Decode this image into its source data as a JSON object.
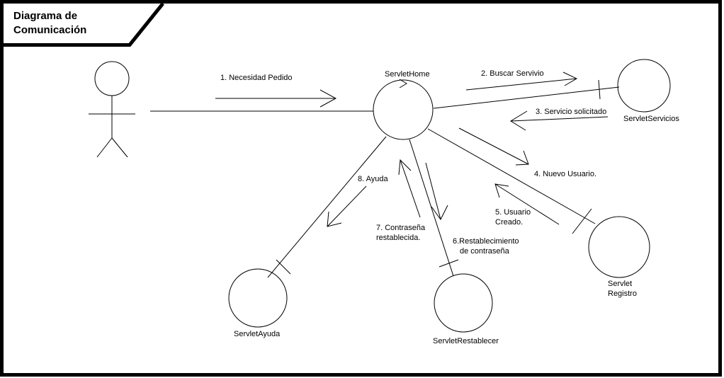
{
  "frame": {
    "title_line1": "Diagrama de",
    "title_line2": "Comunicación"
  },
  "objects": {
    "home": "ServletHome",
    "servicios": "ServletServicios",
    "registro_line1": "Servlet",
    "registro_line2": "Registro",
    "restablecer": "ServletRestablecer",
    "ayuda": "ServletAyuda"
  },
  "messages": {
    "m1": "1. Necesidad Pedido",
    "m2": "2. Buscar Servivio",
    "m3": "3. Servicio solicitado",
    "m4": "4. Nuevo Usuario.",
    "m5_line1": "5. Usuario",
    "m5_line2": "Creado.",
    "m6_line1": "6.Restablecimiento",
    "m6_line2": "de contraseña",
    "m7_line1": "7. Contraseña",
    "m7_line2": "restablecida.",
    "m8": "8. Ayuda"
  }
}
